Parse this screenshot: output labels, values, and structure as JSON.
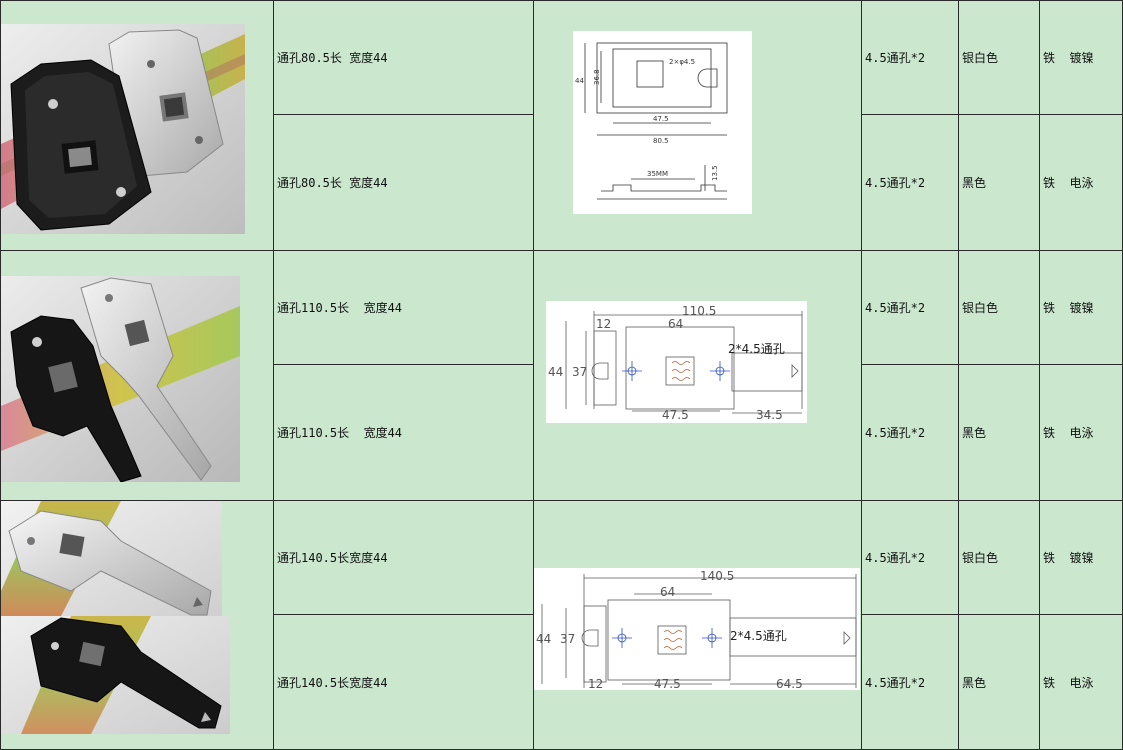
{
  "rows": [
    {
      "hole": "通孔80.5长 宽度44",
      "spec": "4.5通孔*2",
      "color": "银白色",
      "material": "铁  镀镍"
    },
    {
      "hole": "通孔80.5长 宽度44",
      "spec": "4.5通孔*2",
      "color": "黑色",
      "material": "铁  电泳"
    },
    {
      "hole": "通孔110.5长  宽度44",
      "spec": "4.5通孔*2",
      "color": "银白色",
      "material": "铁  镀镍"
    },
    {
      "hole": "通孔110.5长  宽度44",
      "spec": "4.5通孔*2",
      "color": "黑色",
      "material": "铁  电泳"
    },
    {
      "hole": "通孔140.5长宽度44",
      "spec": "4.5通孔*2",
      "color": "银白色",
      "material": "铁  镀镍"
    },
    {
      "hole": "通孔140.5长宽度44",
      "spec": "4.5通孔*2",
      "color": "黑色",
      "material": "铁  电泳"
    }
  ],
  "drawings": {
    "d1": {
      "w": "80.5",
      "h": "44",
      "inner_h": "36.8",
      "hole": "2×φ4.5",
      "pitch": "47.5",
      "rail": "35MM",
      "depth": "13.5"
    },
    "d2": {
      "w": "110.5",
      "h": "44",
      "inner_h": "37",
      "a": "12",
      "b": "64",
      "hole": "2*4.5通孔",
      "pitch": "47.5",
      "tail": "34.5"
    },
    "d3": {
      "w": "140.5",
      "h": "44",
      "inner_h": "37",
      "a": "12",
      "b": "64",
      "hole": "2*4.5通孔",
      "pitch": "47.5",
      "tail": "64.5"
    }
  },
  "colors": {
    "cell_bg": "#cbe8cf",
    "grid": "#2a2a2a"
  }
}
